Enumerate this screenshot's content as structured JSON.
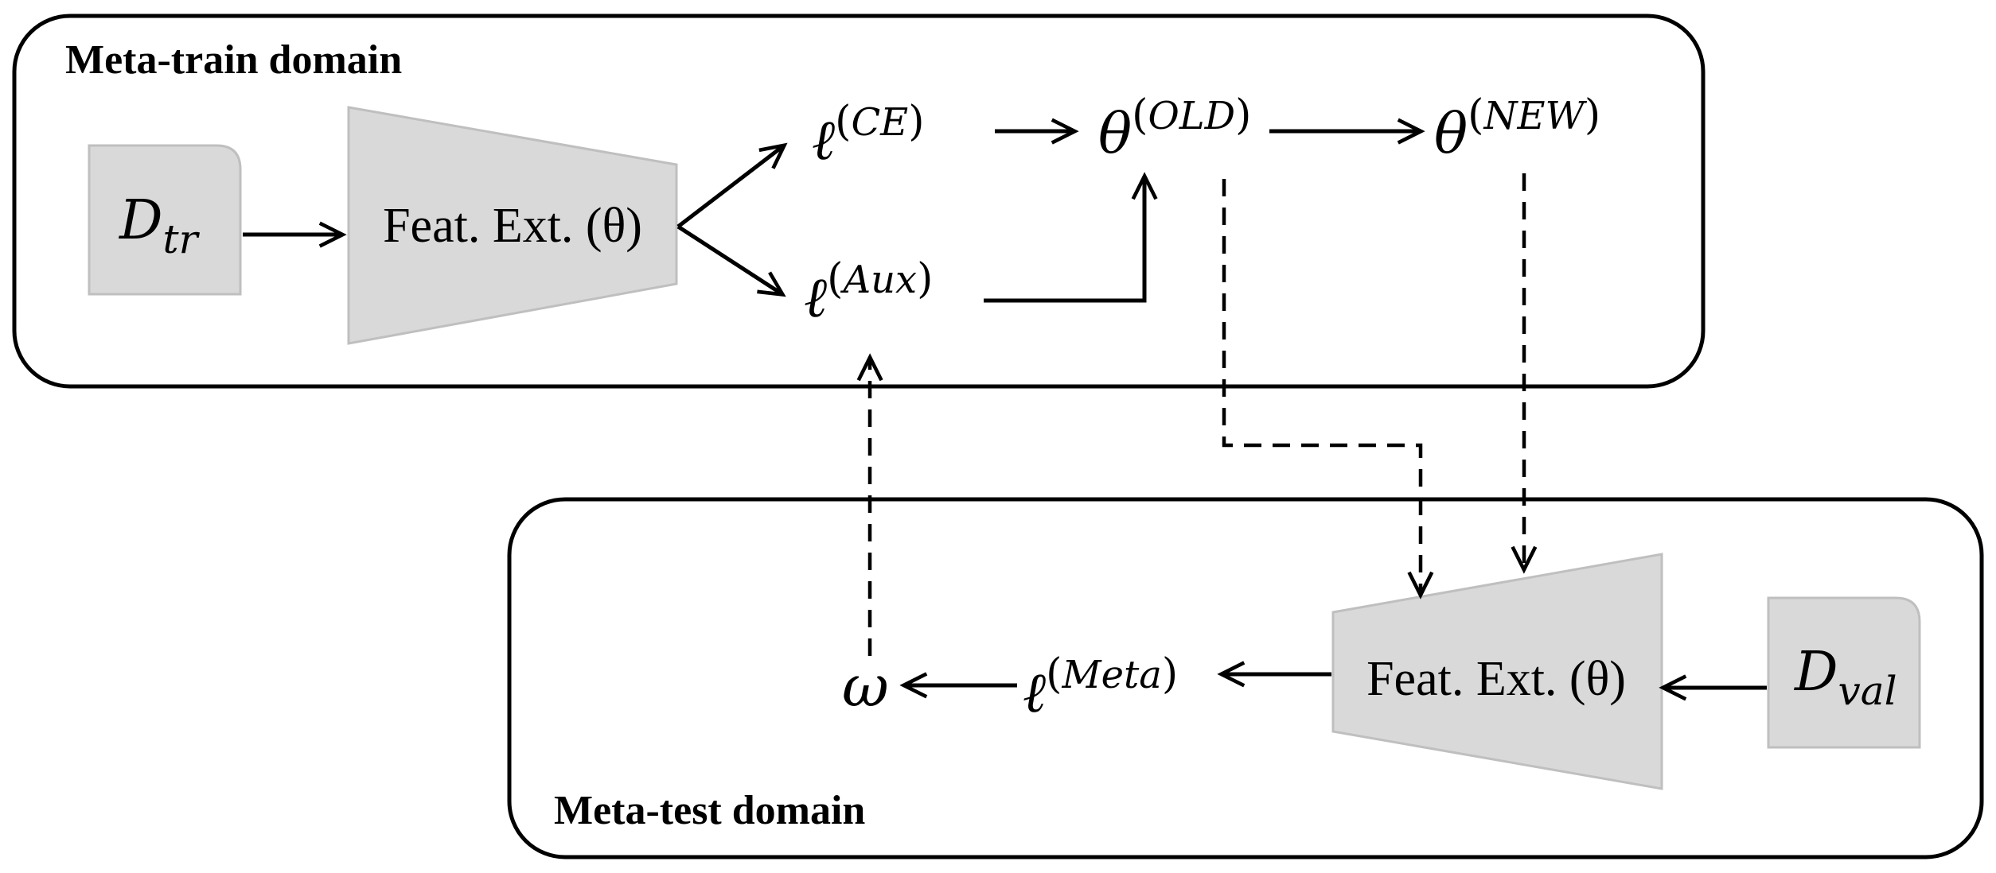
{
  "meta_train": {
    "title": "Meta-train domain",
    "data": {
      "base": "D",
      "sub": "tr"
    },
    "extractor": "Feat. Ext. (θ)",
    "loss_ce": {
      "base": "ℓ",
      "open": "(",
      "sup": "CE",
      "close": ")"
    },
    "loss_aux": {
      "base": "ℓ",
      "open": "(",
      "sup": "Aux",
      "close": ")"
    },
    "theta_old": {
      "base": "θ",
      "open": "(",
      "sup": "OLD",
      "close": ")"
    },
    "theta_new": {
      "base": "θ",
      "open": "(",
      "sup": "NEW",
      "close": ")"
    }
  },
  "meta_test": {
    "title": "Meta-test domain",
    "data": {
      "base": "D",
      "sub": "val"
    },
    "extractor": "Feat. Ext. (θ)",
    "loss_meta": {
      "base": "ℓ",
      "open": "(",
      "sup": "Meta",
      "close": ")"
    },
    "omega": "ω"
  },
  "colors": {
    "box_fill": "#d9d9d9",
    "box_stroke": "#bfbfbf",
    "line": "#000000"
  }
}
